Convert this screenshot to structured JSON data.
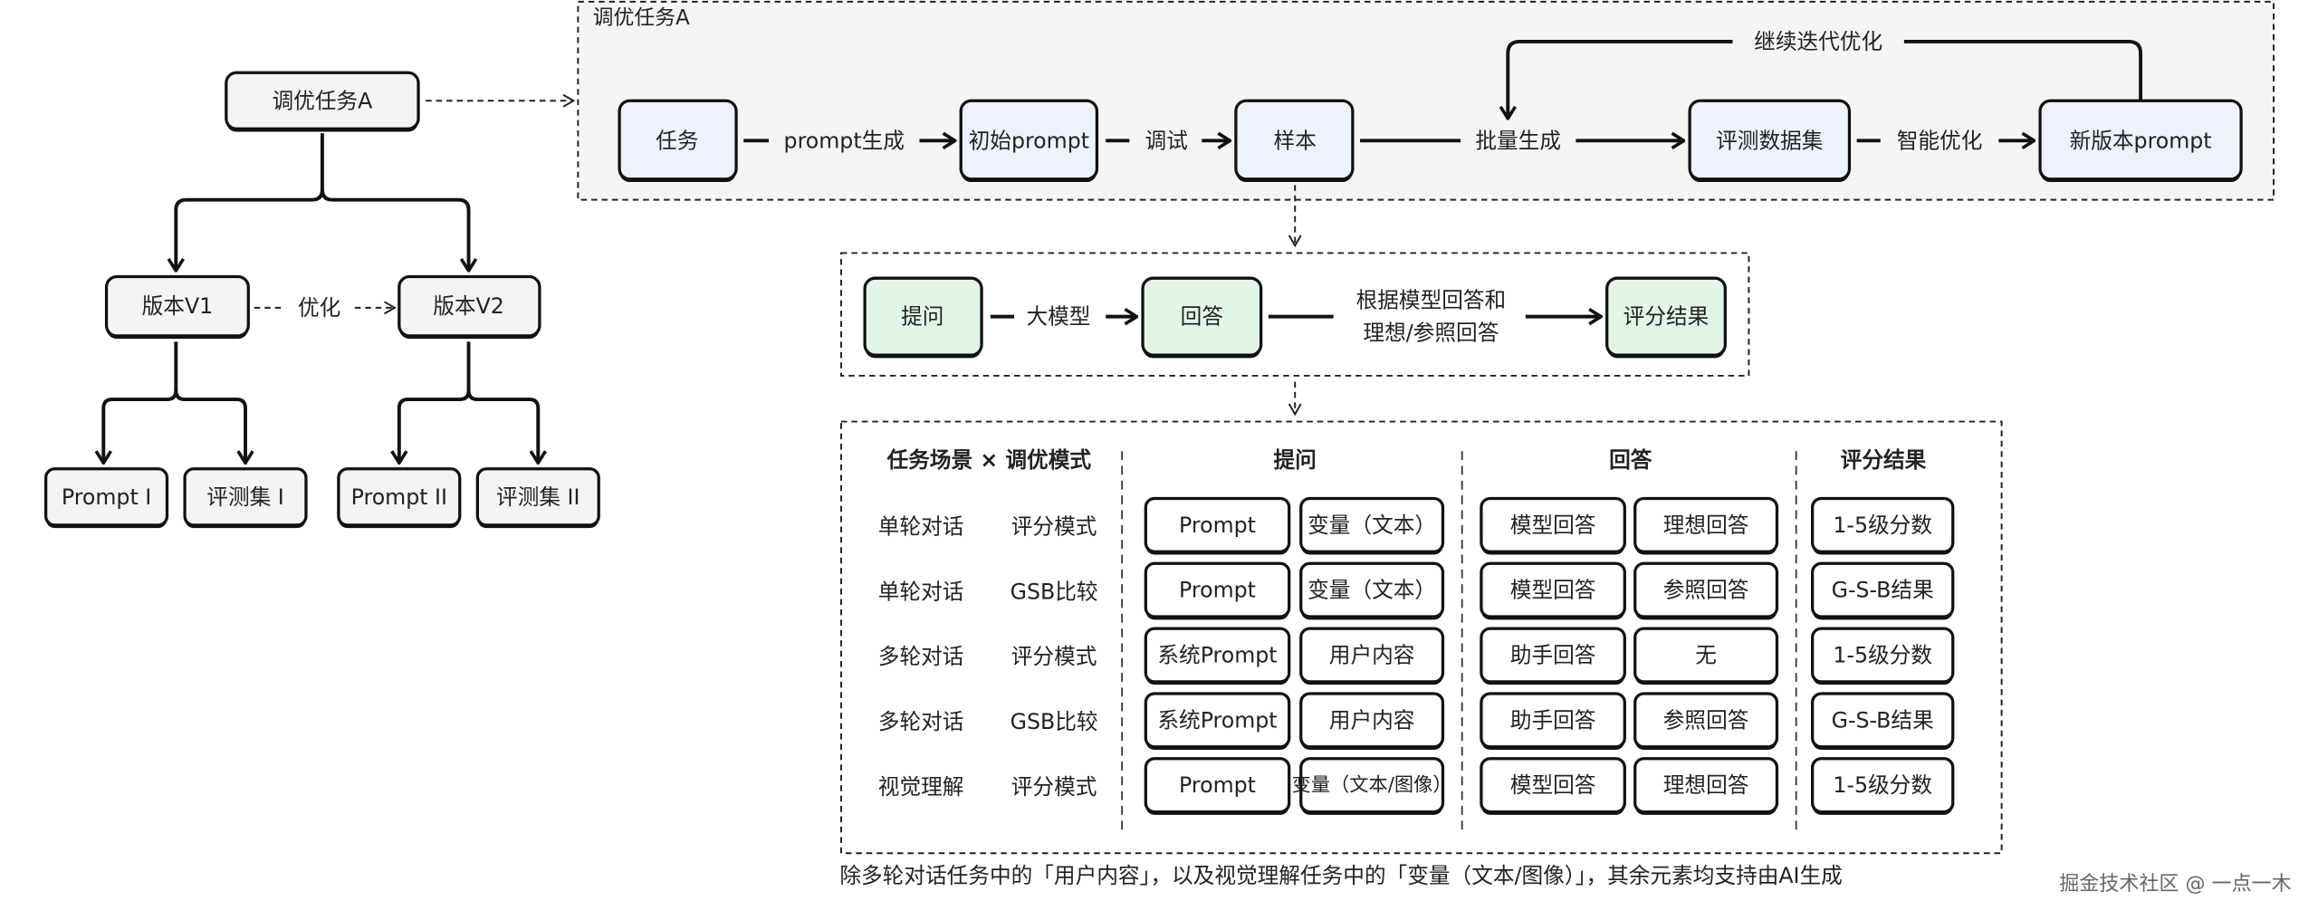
{
  "colors": {
    "blue_box": "#eef2fc",
    "green_box": "#e2f5e6",
    "gray_box": "#f4f4f4",
    "panel_bg": "#f5f5f5",
    "stroke": "#111111"
  },
  "tree": {
    "root": "调优任务A",
    "v1": "版本V1",
    "v2": "版本V2",
    "optimize_label": "优化",
    "leaves": [
      "Prompt I",
      "评测集 I",
      "Prompt II",
      "评测集 II"
    ]
  },
  "top_panel": {
    "title": "调优任务A",
    "nodes": [
      "任务",
      "初始prompt",
      "样本",
      "评测数据集",
      "新版本prompt"
    ],
    "edges": [
      "prompt生成",
      "调试",
      "批量生成",
      "智能优化"
    ],
    "loop_label": "继续迭代优化"
  },
  "mid_panel": {
    "nodes": [
      "提问",
      "回答",
      "评分结果"
    ],
    "edge1": "大模型",
    "edge2_line1": "根据模型回答和",
    "edge2_line2": "理想/参照回答"
  },
  "table": {
    "headers": [
      "任务场景 × 调优模式",
      "提问",
      "回答",
      "评分结果"
    ],
    "rows": [
      {
        "scene": "单轮对话",
        "mode": "评分模式",
        "q": [
          "Prompt",
          "变量（文本）"
        ],
        "a": [
          "模型回答",
          "理想回答"
        ],
        "r": "1-5级分数"
      },
      {
        "scene": "单轮对话",
        "mode": "GSB比较",
        "q": [
          "Prompt",
          "变量（文本）"
        ],
        "a": [
          "模型回答",
          "参照回答"
        ],
        "r": "G-S-B结果"
      },
      {
        "scene": "多轮对话",
        "mode": "评分模式",
        "q": [
          "系统Prompt",
          "用户内容"
        ],
        "a": [
          "助手回答",
          "无"
        ],
        "r": "1-5级分数"
      },
      {
        "scene": "多轮对话",
        "mode": "GSB比较",
        "q": [
          "系统Prompt",
          "用户内容"
        ],
        "a": [
          "助手回答",
          "参照回答"
        ],
        "r": "G-S-B结果"
      },
      {
        "scene": "视觉理解",
        "mode": "评分模式",
        "q": [
          "Prompt",
          "变量（文本/图像）"
        ],
        "a": [
          "模型回答",
          "理想回答"
        ],
        "r": "1-5级分数"
      }
    ]
  },
  "footnote": "除多轮对话任务中的「用户内容」，以及视觉理解任务中的「变量（文本/图像）」，其余元素均支持由AI生成",
  "watermark": "掘金技术社区 @ 一点一木"
}
